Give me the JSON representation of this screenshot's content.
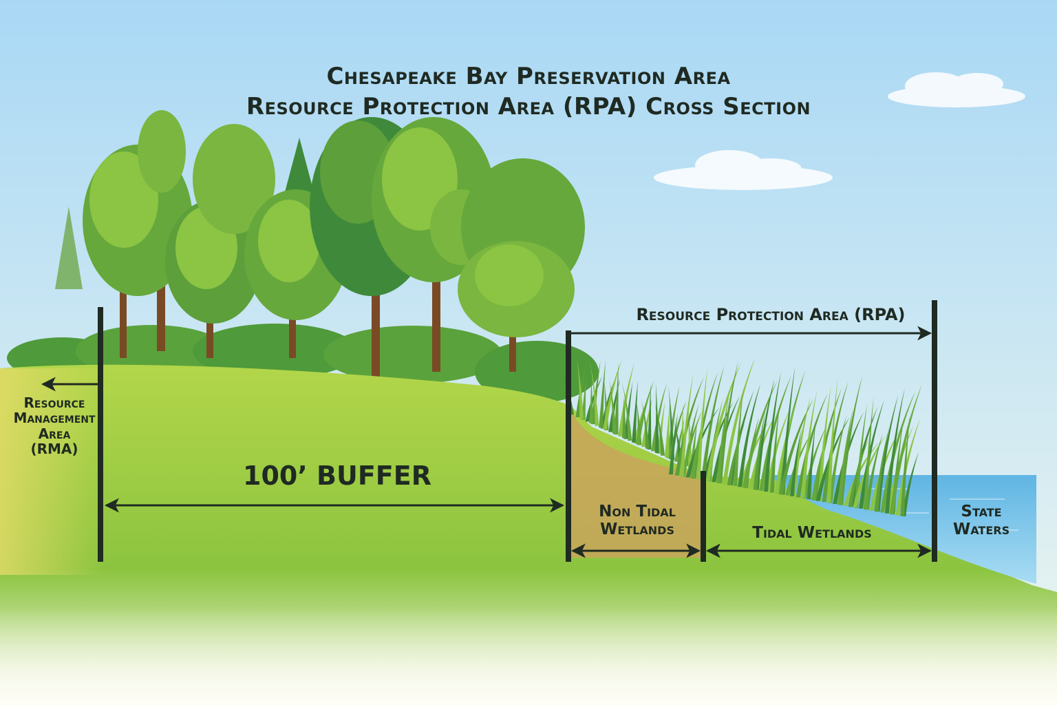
{
  "title": {
    "line1": "Chesapeake Bay Preservation Area",
    "line2": "Resource Protection Area (RPA) Cross Section"
  },
  "labels": {
    "rpa": "Resource Protection Area (RPA)",
    "buffer": "100’ BUFFER",
    "rma_line1": "Resource",
    "rma_line2": "Management",
    "rma_line3": "Area",
    "rma_line4": "(RMA)",
    "nontidal_line1": "Non Tidal",
    "nontidal_line2": "Wetlands",
    "tidal": "Tidal Wetlands",
    "state_line1": "State",
    "state_line2": "Waters"
  },
  "colors": {
    "sky_top": "#a9d8f5",
    "sky_bottom": "#eef6f0",
    "grass": "#8cc43f",
    "grass_light": "#b3d64a",
    "soil": "#c9a45c",
    "water": "#5fb5e3",
    "tree_dark": "#3f8a3a",
    "tree_mid": "#66a83c",
    "tree_light": "#8cc443",
    "trunk": "#7a4a25",
    "line": "#1f2a22"
  }
}
